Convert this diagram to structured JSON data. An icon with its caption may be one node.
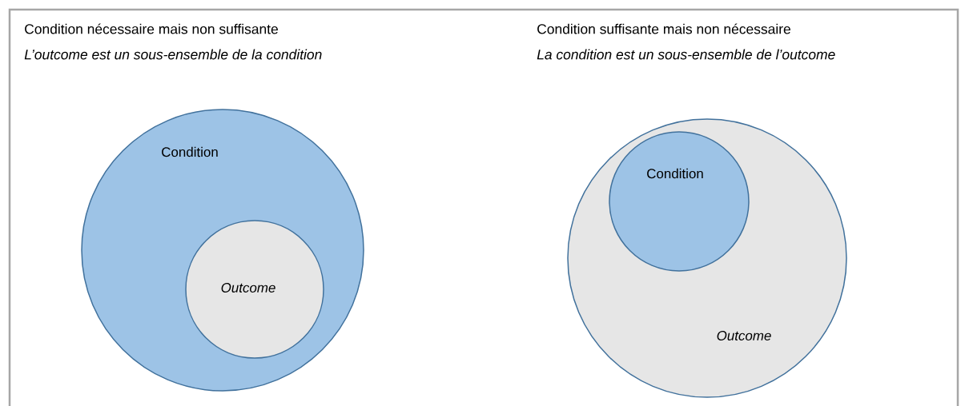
{
  "diagram": {
    "nodes": [
      {
        "text": [
          "Condition"
        ]
      },
      {
        "text": [
          "Outcome"
        ],
        "in": 0
      },
      {
        "text": [
          "Outcome"
        ]
      },
      {
        "text": [
          "Condition"
        ],
        "in": 2
      }
    ],
    "labels": [
      "Condition nécessaire mais non suffisante",
      "L’outcome est un sous-ensemble de la condition",
      "Condition suffisante mais non nécessaire",
      "La condition est un sous-ensemble de l’outcome"
    ]
  }
}
